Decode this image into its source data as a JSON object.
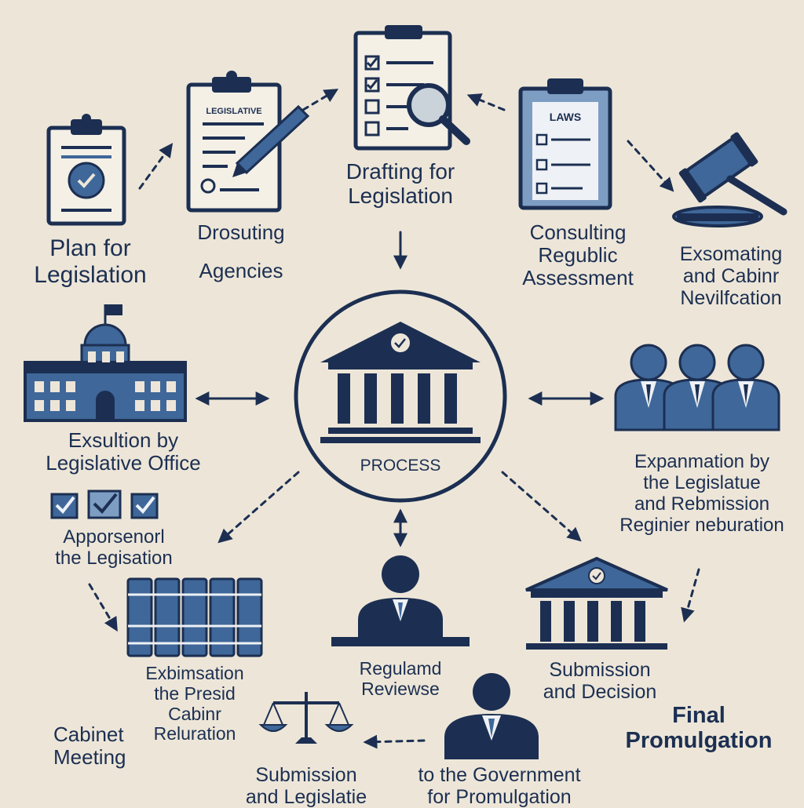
{
  "center": {
    "label": "PROCESS"
  },
  "icons": {
    "doc1": "LEGISLATIVE",
    "doc2": "LAWS"
  },
  "steps": [
    {
      "id": "plan",
      "lines": [
        "Plan for",
        "Legislation"
      ]
    },
    {
      "id": "consulting-agencies",
      "lines": [
        "Drosuting",
        "Agencies"
      ]
    },
    {
      "id": "drafting",
      "lines": [
        "Drafting for",
        "Legislation"
      ]
    },
    {
      "id": "consulting-public",
      "lines": [
        "Consulting",
        "Regublic",
        "Assessment"
      ]
    },
    {
      "id": "examination-cabinet",
      "lines": [
        "Exsomating",
        "and Cabinr",
        "Nevilfcation"
      ]
    },
    {
      "id": "exsultion",
      "lines": [
        "Exsultion by",
        "Legislative Office"
      ]
    },
    {
      "id": "examination-legislature",
      "lines": [
        "Expanmation by",
        "the Legislatue",
        "and Rebmission",
        "Reginier neburation"
      ]
    },
    {
      "id": "approval",
      "lines": [
        "Apporsenorl",
        "the Legisation"
      ]
    },
    {
      "id": "exbimsation",
      "lines": [
        "Exbimsation",
        "the Presid",
        "Cabinr",
        "Reluration"
      ]
    },
    {
      "id": "regular-review",
      "lines": [
        "Regulamd",
        "Reviewse"
      ]
    },
    {
      "id": "submission-decision",
      "lines": [
        "Submission",
        "and Decision"
      ]
    },
    {
      "id": "final",
      "lines": [
        "Final",
        "Promulgation"
      ]
    },
    {
      "id": "cabinet-meeting",
      "lines": [
        "Cabinet",
        "Meeting"
      ]
    },
    {
      "id": "submission-legislation",
      "lines": [
        "Submission",
        "and Legislatie"
      ]
    },
    {
      "id": "to-government",
      "lines": [
        "to the Government",
        "for Promulgation"
      ]
    }
  ],
  "colors": {
    "navy": "#1c2f52",
    "blue": "#3f6799",
    "lightblue": "#7d9dc3",
    "background": "#ede6d8"
  }
}
